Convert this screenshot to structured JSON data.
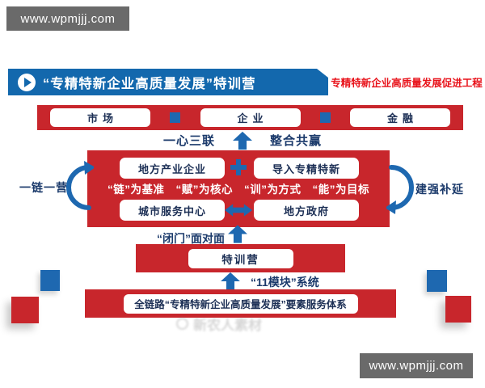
{
  "watermark_top": "www.wpmjjj.com",
  "watermark_bottom": "www.wpmjjj.com",
  "watermark_center": "新农人素材",
  "header": {
    "title": "“专精特新企业高质量发展”特训营",
    "tagline": "专精特新企业高质量发展促进工程"
  },
  "top_bar": {
    "items": [
      "市场",
      "企业",
      "金融"
    ]
  },
  "connect_row": {
    "left": "一心三联",
    "right": "整合共赢"
  },
  "main_box": {
    "top_left": "地方产业企业",
    "top_right": "导入专精特新",
    "middle": "“链”为基准　“赋”为核心　“训”为方式　“能”为目标",
    "bottom_left": "城市服务中心",
    "bottom_right": "地方政府"
  },
  "side_labels": {
    "left": "一链一营",
    "right": "建强补延"
  },
  "camp": {
    "above_label": "“闭门”面对面",
    "label": "特训营",
    "below_label": "“11模块”系统"
  },
  "bottom_bar": {
    "label": "全链路“专精特新企业高质量发展”要素服务体系"
  },
  "colors": {
    "bar_red": "#c8262c",
    "header_blue": "#1368ad",
    "arrow_blue": "#1e68b0",
    "navy_text": "#1b3a6b",
    "tagline_red": "#e8121a",
    "watermark_gray": "#6a6a6a"
  }
}
